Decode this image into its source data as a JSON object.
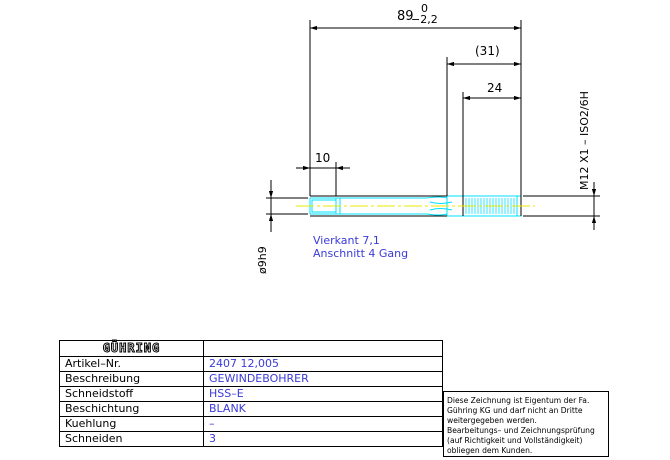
{
  "drawing": {
    "dimensions": {
      "overall_length": "89",
      "overall_tol_upper": "0",
      "overall_tol_lower": "−2,2",
      "thread_length_ref": "(31)",
      "thread_length": "24",
      "square_length": "10",
      "shank_diameter": "ø9h9",
      "thread_designation": "M12  X1  –  ISO2/6H"
    },
    "notes": {
      "line1": "Vierkant 7,1",
      "line2": "Anschnitt 4 Gang"
    },
    "colors": {
      "outline": "#000000",
      "tool": "#00e0ff",
      "notes": "#3a3ad8",
      "centerline": "#e8e800"
    }
  },
  "titleblock": {
    "logo": "GÜHRING",
    "rows": [
      {
        "key": "Artikel–Nr.",
        "value": "2407 12,005"
      },
      {
        "key": "Beschreibung",
        "value": "GEWINDEBOHRER"
      },
      {
        "key": "Schneidstoff",
        "value": "HSS–E"
      },
      {
        "key": "Beschichtung",
        "value": "BLANK"
      },
      {
        "key": "Kuehlung",
        "value": "–"
      },
      {
        "key": "Schneiden",
        "value": "3"
      }
    ]
  },
  "disclaimer": {
    "lines": [
      "Diese Zeichnung ist Eigentum der Fa.",
      "Gühring KG und darf nicht an Dritte",
      "weitergegeben werden.",
      "Bearbeitungs– und Zeichnungsprüfung",
      "(auf Richtigkeit und Vollständigkeit)",
      "obliegen dem Kunden."
    ]
  }
}
